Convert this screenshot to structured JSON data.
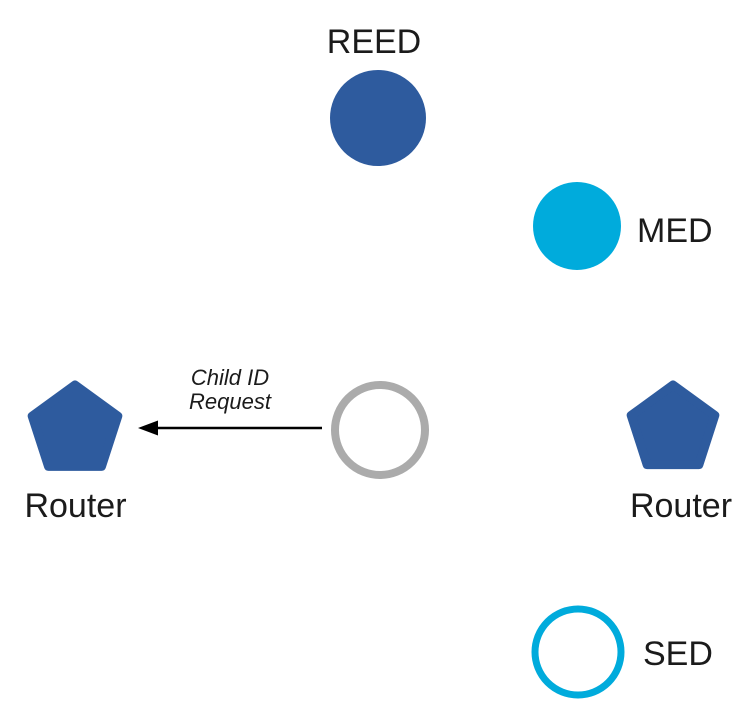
{
  "diagram": {
    "colors": {
      "node_blue": "#2e5b9e",
      "cyan": "#00abdc",
      "gray": "#ababab",
      "line": "#000000"
    },
    "nodes": {
      "reed": {
        "label": "REED",
        "shape": "filled-circle",
        "color": "#2e5b9e"
      },
      "med": {
        "label": "MED",
        "shape": "filled-circle",
        "color": "#00abdc"
      },
      "joiner": {
        "label": "",
        "shape": "outlined-circle",
        "color": "#ababab"
      },
      "router_left": {
        "label": "Router",
        "shape": "pentagon",
        "color": "#2e5b9e"
      },
      "router_right": {
        "label": "Router",
        "shape": "pentagon",
        "color": "#2e5b9e"
      },
      "sed": {
        "label": "SED",
        "shape": "outlined-circle",
        "color": "#00abdc"
      }
    },
    "edge": {
      "label": "Child ID\nRequest",
      "from": "joiner",
      "to": "router_left",
      "style": "arrow-left"
    }
  }
}
